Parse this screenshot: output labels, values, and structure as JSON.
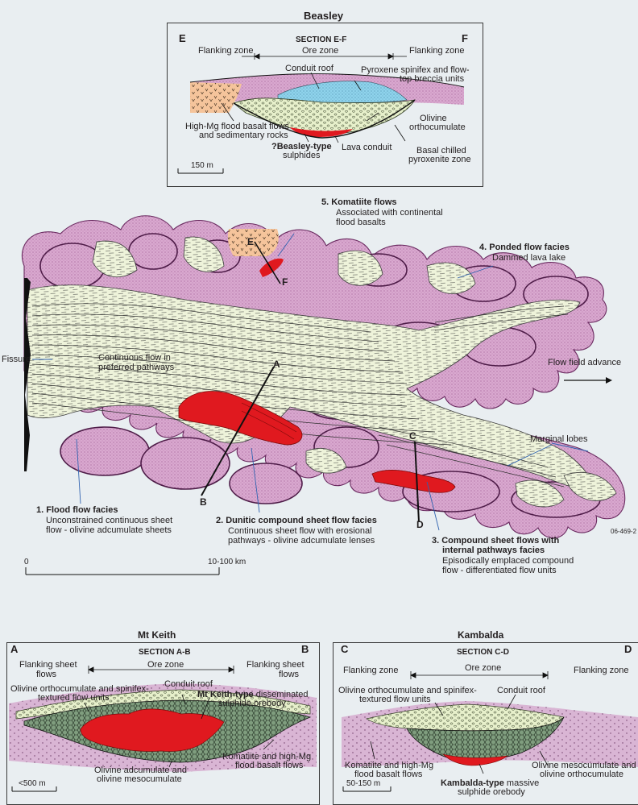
{
  "colors": {
    "background": "#e9eef1",
    "pink_flood_basalt": "#d9a9cf",
    "pink_dots": "#9a3d86",
    "pale_green_flow": "#eef3da",
    "red_sulphide": "#e0191f",
    "cyan_spinifex": "#8fd3ec",
    "orange_basalt": "#f5c49b",
    "green_mesocumulate": "#7f9d7e",
    "blue_leader": "#2f62b0"
  },
  "beasley": {
    "title": "Beasley",
    "section": "SECTION  E-F",
    "left_letter": "E",
    "right_letter": "F",
    "flanking_left": "Flanking zone",
    "ore_zone": "Ore zone",
    "flanking_right": "Flanking zone",
    "conduit_roof": "Conduit roof",
    "pyroxene_1": "Pyroxene spinifex and flow-",
    "pyroxene_2": "top breccia units",
    "high_mg_1": "High-Mg flood basalt flows",
    "high_mg_2": "and sedimentary rocks",
    "olivine_1": "Olivine",
    "olivine_2": "orthocumulate",
    "beasley_type_1": "?Beasley-type",
    "beasley_type_2": "sulphides",
    "lava_conduit": "Lava conduit",
    "basal_1": "Basal chilled",
    "basal_2": "pyroxenite zone",
    "scale": "150 m"
  },
  "map": {
    "komatiite_title": "5. Komatiite flows",
    "komatiite_1": "Associated with continental",
    "komatiite_2": "flood basalts",
    "ponded_title": "4. Ponded flow facies",
    "ponded_sub": "Dammed lava lake",
    "fissure": "Fissure",
    "continuous_1": "Continuous flow in",
    "continuous_2": "preferred pathways",
    "flow_advance": "Flow field advance",
    "marginal": "Marginal lobes",
    "label_A": "A",
    "label_B": "B",
    "label_C": "C",
    "label_D": "D",
    "label_E": "E",
    "label_F": "F",
    "flood_title": "1. Flood flow facies",
    "flood_1": "Unconstrained continuous sheet",
    "flood_2": "flow - olivine adcumulate sheets",
    "dunitic_title": "2. Dunitic compound sheet flow facies",
    "dunitic_1": "Continuous sheet flow with erosional",
    "dunitic_2": "pathways - olivine adcumulate lenses",
    "compound_title_1": "3. Compound sheet flows with",
    "compound_title_2": "internal pathways facies",
    "compound_1": "Episodically emplaced compound",
    "compound_2": "flow - differentiated flow units",
    "figure_code": "06-469-2",
    "scale_left": "0",
    "scale_right": "10-100 km"
  },
  "mt_keith": {
    "title": "Mt Keith",
    "section": "SECTION  A-B",
    "left_letter": "A",
    "right_letter": "B",
    "flanking_left_1": "Flanking sheet",
    "flanking_left_2": "flows",
    "ore_zone": "Ore zone",
    "flanking_right_1": "Flanking sheet",
    "flanking_right_2": "flows",
    "olivine_ortho_1": "Olivine orthocumulate and spinifex-",
    "olivine_ortho_2": "textured flow units",
    "conduit_roof": "Conduit roof",
    "mtkeith_type": "Mt Keith-type",
    "mtkeith_rest_1": " disseminated",
    "mtkeith_rest_2": "sulphide orebody",
    "adcumulate_1": "Olivine adcumulate and",
    "adcumulate_2": "olivine mesocumulate",
    "komatiite_1": "Komatiite and high-Mg",
    "komatiite_2": "flood basalt flows",
    "scale": "<500 m"
  },
  "kambalda": {
    "title": "Kambalda",
    "section": "SECTION  C-D",
    "left_letter": "C",
    "right_letter": "D",
    "flanking_left": "Flanking zone",
    "ore_zone": "Ore zone",
    "flanking_right": "Flanking zone",
    "olivine_ortho_1": "Olivine orthocumulate and spinifex-",
    "olivine_ortho_2": "textured flow units",
    "conduit_roof": "Conduit roof",
    "komatiite_1": "Komatiite and high-Mg",
    "komatiite_2": "flood basalt flows",
    "meso_1": "Olivine mesocumulate and",
    "meso_2": "olivine orthocumulate",
    "kambalda_type": "Kambalda-type",
    "kambalda_rest_1": " massive",
    "kambalda_rest_2": "sulphide orebody",
    "scale": "50-150 m"
  }
}
